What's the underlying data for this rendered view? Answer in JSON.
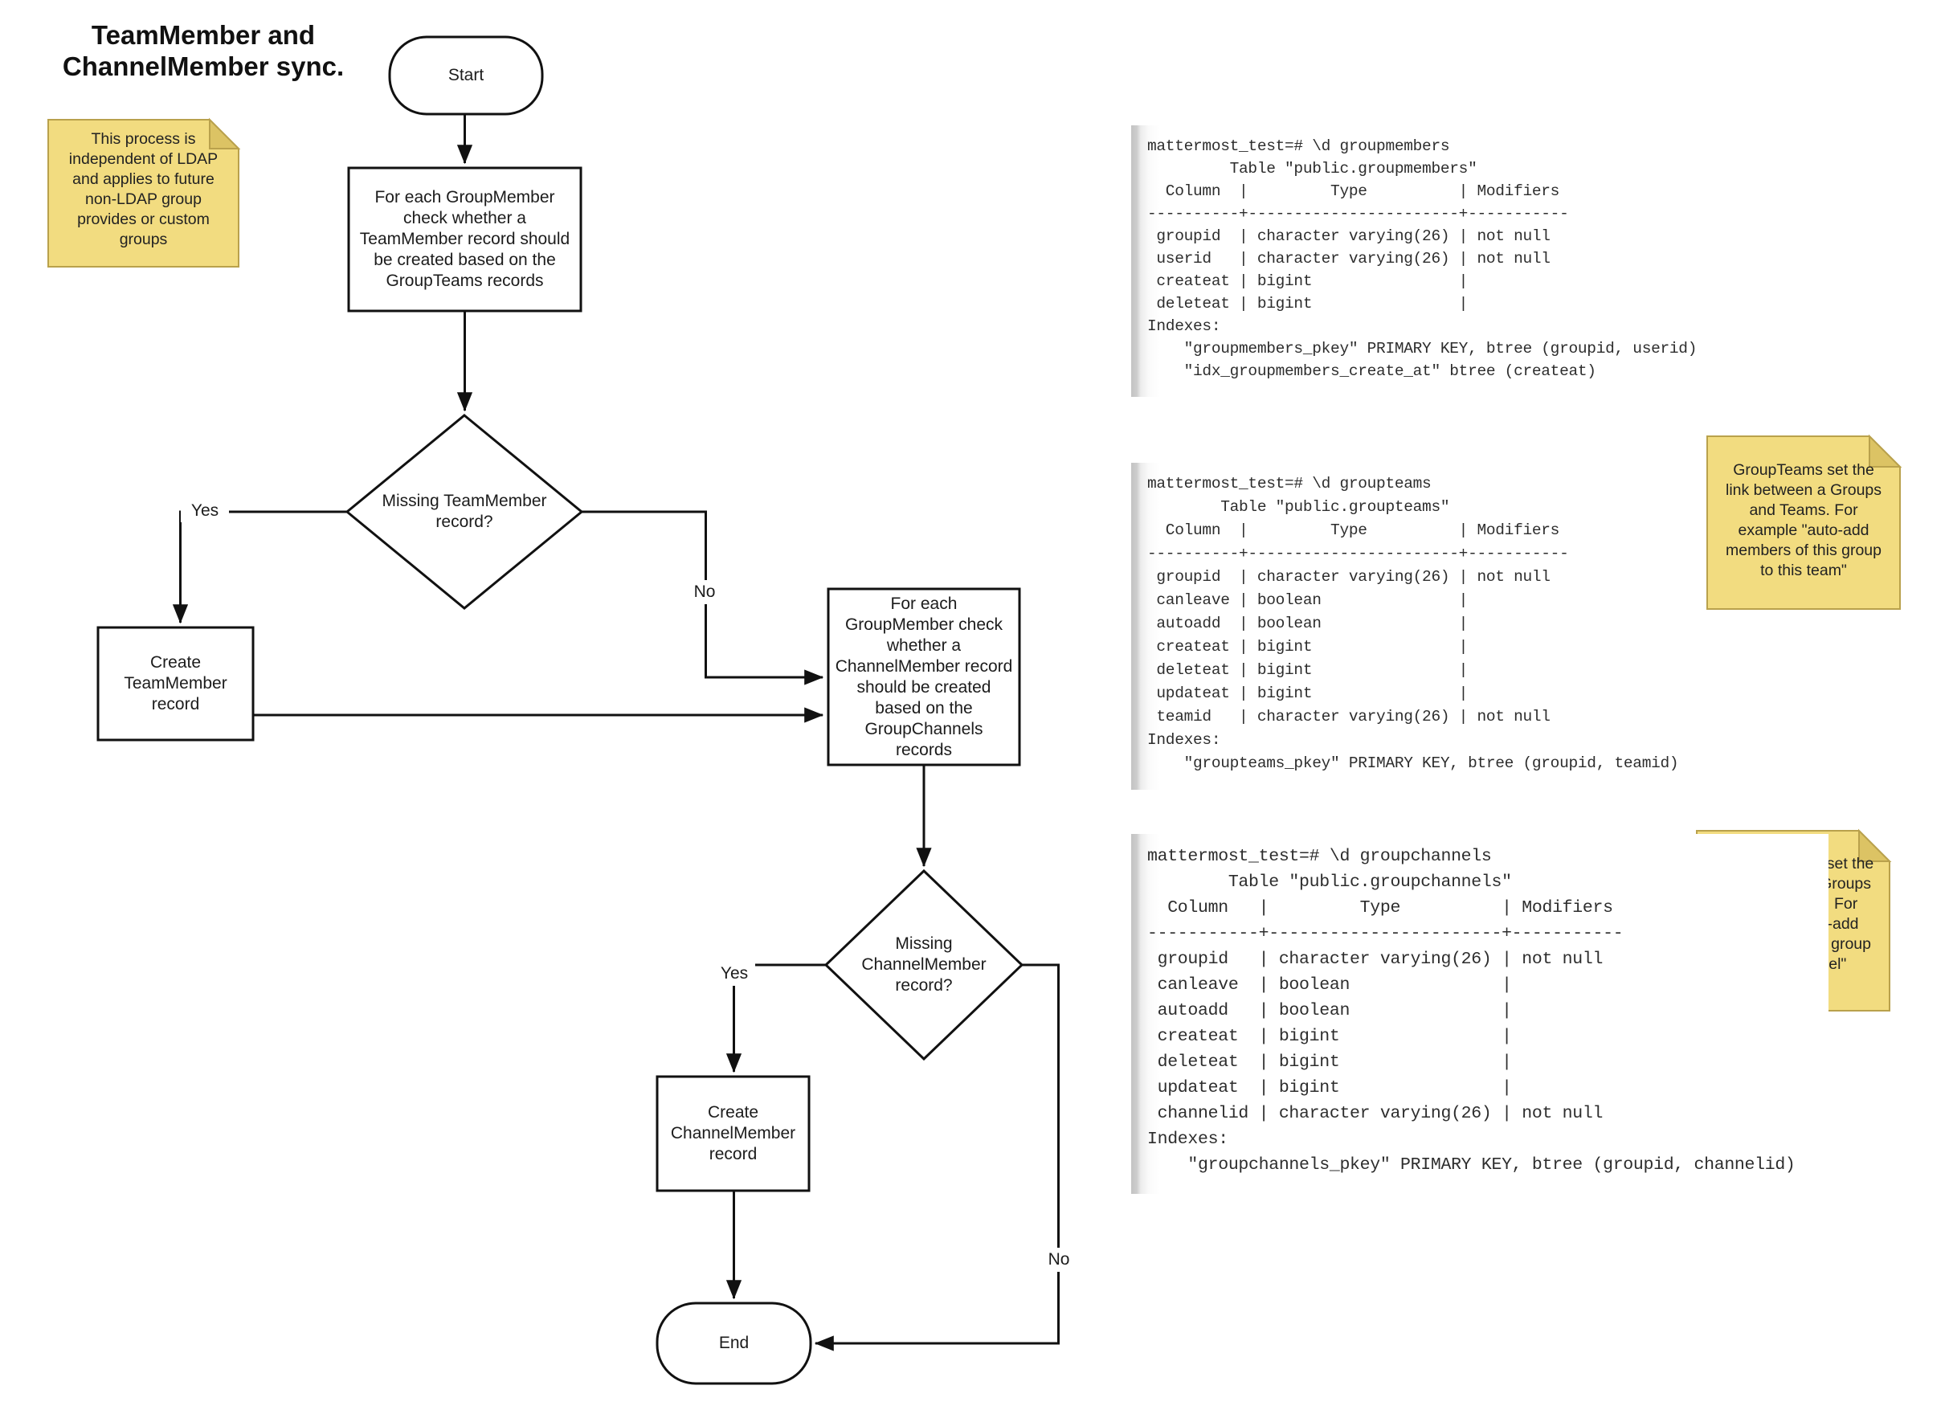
{
  "title": "TeamMember and\nChannelMember sync.",
  "colors": {
    "sticky_fill": "#F2DC80",
    "sticky_fold": "#DCC364",
    "sticky_border": "#B9A14C",
    "shape_stroke": "#111111",
    "shape_fill": "#FFFFFF",
    "code_text": "#2D2D2D"
  },
  "sticky_notes": [
    {
      "text": "This process is\nindependent of LDAP\nand applies to future\nnon-LDAP group\nprovides or custom\ngroups"
    },
    {
      "text": "GroupTeams set the\nlink between a Groups\nand Teams. For\nexample \"auto-add\nmembers of this group\nto this team\""
    },
    {
      "text": "GroupChannels set the\nlink between a Groups\nand Channels. For\nexample \"auto-add\nmembers of this group\nto this channel\""
    }
  ],
  "flowchart": {
    "nodes": {
      "start": "Start",
      "check_teammember": "For each GroupMember\ncheck whether a\nTeamMember record should\nbe created based on the\nGroupTeams records",
      "missing_teammember": "Missing TeamMember\nrecord?",
      "create_teammember": "Create\nTeamMember\nrecord",
      "check_channelmember": "For each\nGroupMember check\nwhether a\nChannelMember record\nshould be created\nbased on the\nGroupChannels\nrecords",
      "missing_channelmember": "Missing\nChannelMember\nrecord?",
      "create_channelmember": "Create\nChannelMember\nrecord",
      "end": "End"
    },
    "edge_labels": {
      "teammember_yes": "Yes",
      "teammember_no": "No",
      "channelmember_yes": "Yes",
      "channelmember_no": "No"
    }
  },
  "terminal_outputs": [
    {
      "table": "groupmembers",
      "lines": [
        "mattermost_test=# \\d groupmembers",
        "         Table \"public.groupmembers\"",
        "  Column  |         Type          | Modifiers",
        "----------+-----------------------+-----------",
        " groupid  | character varying(26) | not null",
        " userid   | character varying(26) | not null",
        " createat | bigint                |",
        " deleteat | bigint                |",
        "Indexes:",
        "    \"groupmembers_pkey\" PRIMARY KEY, btree (groupid, userid)",
        "    \"idx_groupmembers_create_at\" btree (createat)"
      ]
    },
    {
      "table": "groupteams",
      "lines": [
        "mattermost_test=# \\d groupteams",
        "        Table \"public.groupteams\"",
        "  Column  |         Type          | Modifiers",
        "----------+-----------------------+-----------",
        " groupid  | character varying(26) | not null",
        " canleave | boolean               |",
        " autoadd  | boolean               |",
        " createat | bigint                |",
        " deleteat | bigint                |",
        " updateat | bigint                |",
        " teamid   | character varying(26) | not null",
        "Indexes:",
        "    \"groupteams_pkey\" PRIMARY KEY, btree (groupid, teamid)"
      ]
    },
    {
      "table": "groupchannels",
      "lines": [
        "mattermost_test=# \\d groupchannels",
        "        Table \"public.groupchannels\"",
        "  Column   |         Type          | Modifiers",
        "-----------+-----------------------+-----------",
        " groupid   | character varying(26) | not null",
        " canleave  | boolean               |",
        " autoadd   | boolean               |",
        " createat  | bigint                |",
        " deleteat  | bigint                |",
        " updateat  | bigint                |",
        " channelid | character varying(26) | not null",
        "Indexes:",
        "    \"groupchannels_pkey\" PRIMARY KEY, btree (groupid, channelid)"
      ]
    }
  ]
}
